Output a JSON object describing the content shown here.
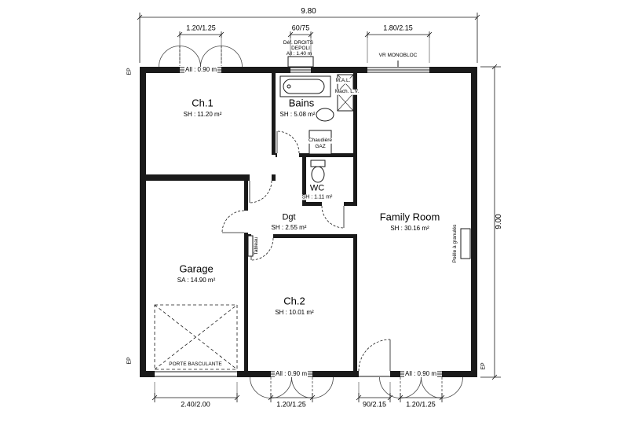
{
  "rooms": [
    {
      "name": "Ch.1",
      "area": "SH : 11.20 m²"
    },
    {
      "name": "Bains",
      "area": "SH : 5.08 m²"
    },
    {
      "name": "WC",
      "area": "SH : 1.11 m²"
    },
    {
      "name": "Dgt",
      "area": "SH : 2.55 m²"
    },
    {
      "name": "Family Room",
      "area": "SH : 30.16 m²"
    },
    {
      "name": "Garage",
      "area": "SA : 14.90 m²"
    },
    {
      "name": "Ch.2",
      "area": "SH : 10.01 m²"
    }
  ],
  "dimensions": {
    "top_overall": "9.80",
    "top_segments": [
      "1.20/1.25",
      "60/75",
      "1.80/2.15"
    ],
    "right_overall": "9.00",
    "bottom_segments": [
      "2.40/2.00",
      "1.20/1.25",
      "90/2.15",
      "1.20/1.25"
    ]
  },
  "annotations": {
    "sill_ch1": "All : 0.90 m",
    "sill_ch2": "All : 0.90 m",
    "sill_fr": "All : 0.90 m",
    "entry_note_line1": "Déf. DROITS",
    "entry_note_line2": "DEPOLI",
    "entry_note_line3": "All : 1.40 m",
    "vr": "VR MONOBLOC",
    "washing_machine": "M.A.L.",
    "dishwasher": "Mach. L.V.",
    "boiler_line1": "Chaudière",
    "boiler_line2": "GAZ",
    "panel": "Tableau",
    "stove": "Poêle à granulés",
    "garage_door": "PORTE BASCULANTE",
    "ep": "EP"
  }
}
